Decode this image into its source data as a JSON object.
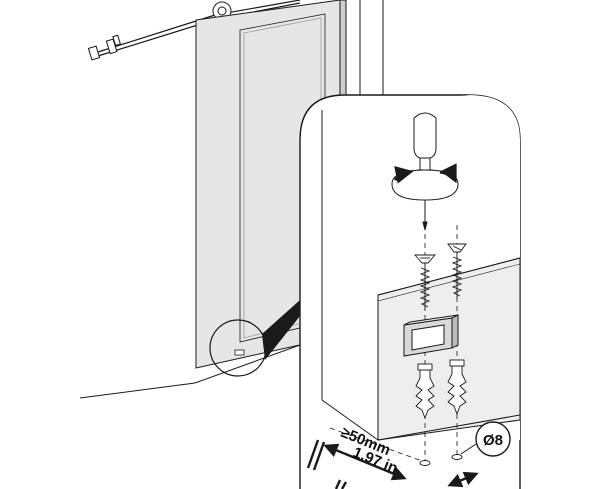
{
  "labels": {
    "min_distance_mm": "≥50mm",
    "min_distance_in": "1.97 in",
    "drill_diameter": "Ø8"
  },
  "colors": {
    "door_panel": "#e6e6e6",
    "door_shadow": "#cfcfcf",
    "wall": "#f2f2f2",
    "floor": "#ffffff",
    "line": "#1a1a1a",
    "bracket": "#d9d9d9"
  }
}
